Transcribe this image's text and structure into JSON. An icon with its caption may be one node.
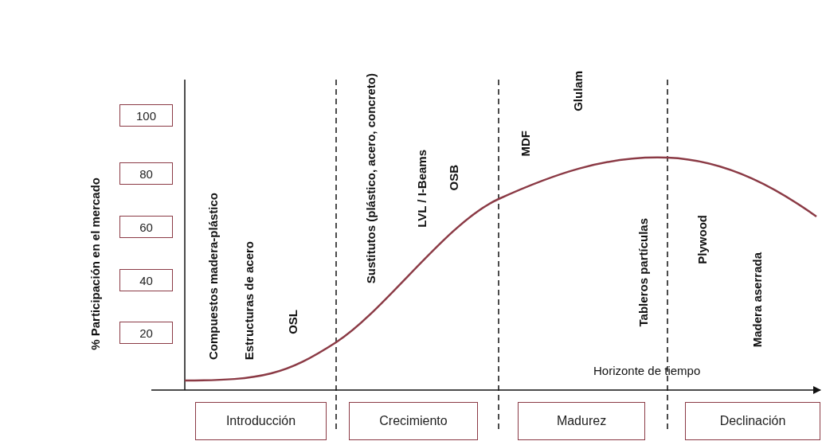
{
  "diagram": {
    "nodes": [
      {
        "text": [
          "100"
        ]
      },
      {
        "text": [
          "80"
        ]
      },
      {
        "text": [
          "60"
        ]
      },
      {
        "text": [
          "40"
        ]
      },
      {
        "text": [
          "20"
        ]
      },
      {
        "text": [
          "Introducción"
        ]
      },
      {
        "text": [
          "Crecimiento"
        ]
      },
      {
        "text": [
          "Madurez"
        ]
      },
      {
        "text": [
          "Declinación"
        ]
      }
    ],
    "edges": [],
    "labels": [
      "% Participación en el mercado",
      "Compuestos madera-plástico",
      "Estructuras de acero",
      "OSL",
      "Sustitutos (plástico, acero, concreto)",
      "LVL / I-Beams",
      "OSB",
      "MDF",
      "Glulam",
      "Tableros partículas",
      "Plywood",
      "Madera aserrada",
      "Horizonte de tiempo"
    ]
  }
}
